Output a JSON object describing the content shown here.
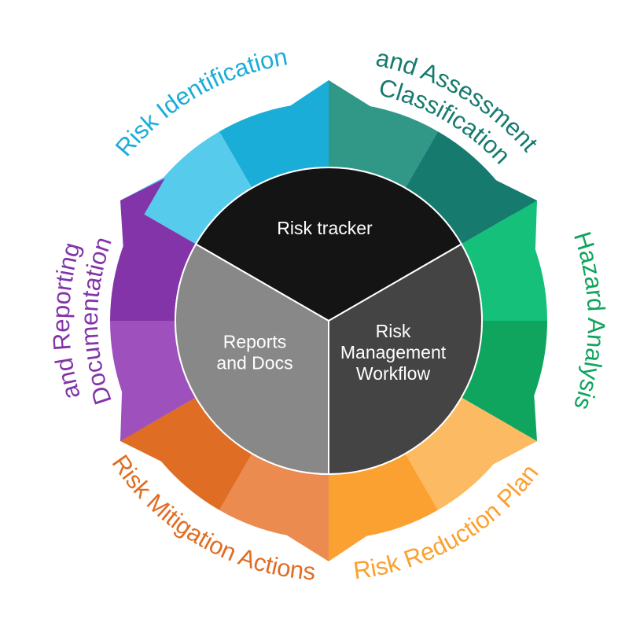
{
  "center": {
    "top_label": "Risk tracker",
    "right_label": [
      "Risk",
      "Management",
      "Workflow"
    ],
    "left_label": [
      "Reports",
      "and Docs"
    ]
  },
  "colors": {
    "core_top": "#141414",
    "core_right": "#444444",
    "core_left": "#888888",
    "divider": "#ffffff",
    "background": "#ffffff"
  },
  "stages": [
    {
      "key": "risk-identification",
      "label": [
        "Risk Identification"
      ],
      "color": "#1AADD7",
      "light": "#56CBEB",
      "arc": "outer",
      "icon": "arrow-tip"
    },
    {
      "key": "classification-assessment",
      "label": [
        "Classification",
        "and Assessment"
      ],
      "color": "#177A6E",
      "light": "#319888",
      "arc": "outer",
      "icon": "arrow-tip"
    },
    {
      "key": "hazard-analysis",
      "label": [
        "Hazard Analysis"
      ],
      "color": "#0FA55E",
      "light": "#14C07A",
      "arc": "outer",
      "icon": "arrow-tip"
    },
    {
      "key": "risk-reduction-plan",
      "label": [
        "Risk Reduction Plan"
      ],
      "color": "#FBA131",
      "light": "#FCBB63",
      "arc": "inner",
      "icon": "arrow-tip"
    },
    {
      "key": "risk-mitigation-actions",
      "label": [
        "Risk Mitigation Actions"
      ],
      "color": "#E06D24",
      "light": "#EB8B50",
      "arc": "inner",
      "icon": "arrow-tip"
    },
    {
      "key": "documentation-reporting",
      "label": [
        "Documentation",
        "and Reporting"
      ],
      "color": "#8234A8",
      "light": "#9E51BC",
      "arc": "outer",
      "icon": "arrow-tip"
    }
  ]
}
